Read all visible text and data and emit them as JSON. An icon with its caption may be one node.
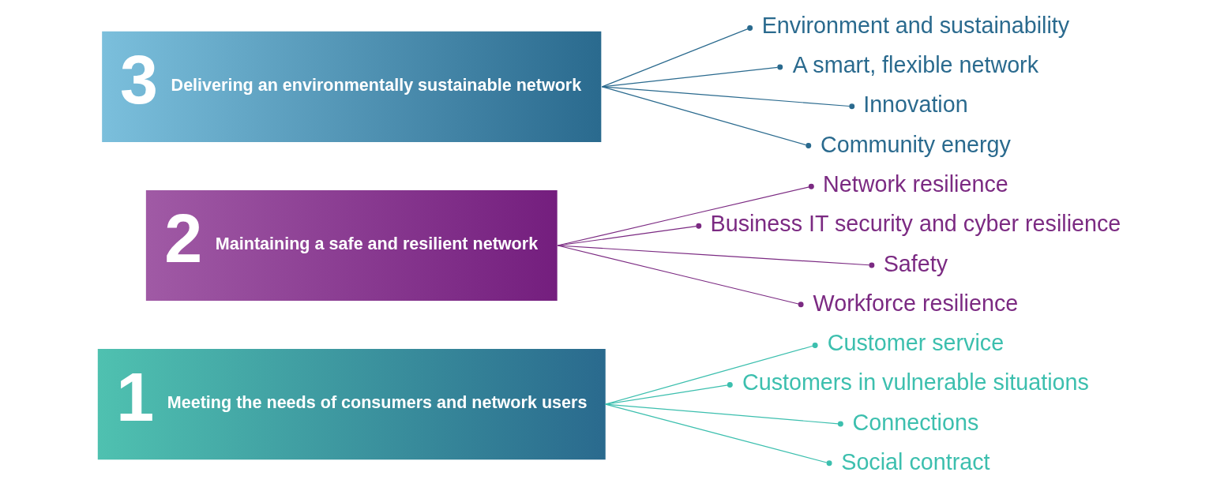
{
  "diagram": {
    "nodes": [
      {
        "text": [
          "1",
          "Meeting the needs of consumers and network users"
        ]
      },
      {
        "text": [
          "Customer service"
        ]
      },
      {
        "text": [
          "Customers in vulnerable situations"
        ]
      },
      {
        "text": [
          "Connections"
        ]
      },
      {
        "text": [
          "Social contract"
        ]
      },
      {
        "text": [
          "2",
          "Maintaining a safe and resilient network"
        ]
      },
      {
        "text": [
          "Network resilience"
        ]
      },
      {
        "text": [
          "Business IT security and cyber resilience"
        ]
      },
      {
        "text": [
          "Safety"
        ]
      },
      {
        "text": [
          "Workforce resilience"
        ]
      },
      {
        "text": [
          "3",
          "Delivering an environmentally sustainable network"
        ]
      },
      {
        "text": [
          "Environment and sustainability"
        ]
      },
      {
        "text": [
          "A smart, flexible network"
        ]
      },
      {
        "text": [
          "Innovation"
        ]
      },
      {
        "text": [
          "Community energy"
        ]
      }
    ],
    "edges": [
      {
        "from": 0,
        "to": 1,
        "arrow": "other",
        "color": "#3cbfae"
      },
      {
        "from": 0,
        "to": 2,
        "arrow": "other",
        "color": "#3cbfae"
      },
      {
        "from": 0,
        "to": 3,
        "arrow": "other",
        "color": "#3cbfae"
      },
      {
        "from": 0,
        "to": 4,
        "arrow": "other",
        "color": "#3cbfae"
      },
      {
        "from": 5,
        "to": 6,
        "arrow": "other",
        "color": "#7b2a82"
      },
      {
        "from": 5,
        "to": 7,
        "arrow": "other",
        "color": "#7b2a82"
      },
      {
        "from": 5,
        "to": 8,
        "arrow": "other",
        "color": "#7b2a82"
      },
      {
        "from": 5,
        "to": 9,
        "arrow": "other",
        "color": "#7b2a82"
      },
      {
        "from": 10,
        "to": 11,
        "arrow": "other",
        "color": "#2a6a8e"
      },
      {
        "from": 10,
        "to": 12,
        "arrow": "other",
        "color": "#2a6a8e"
      },
      {
        "from": 10,
        "to": 13,
        "arrow": "other",
        "color": "#2a6a8e"
      },
      {
        "from": 10,
        "to": 14,
        "arrow": "other",
        "color": "#2a6a8e"
      }
    ]
  }
}
